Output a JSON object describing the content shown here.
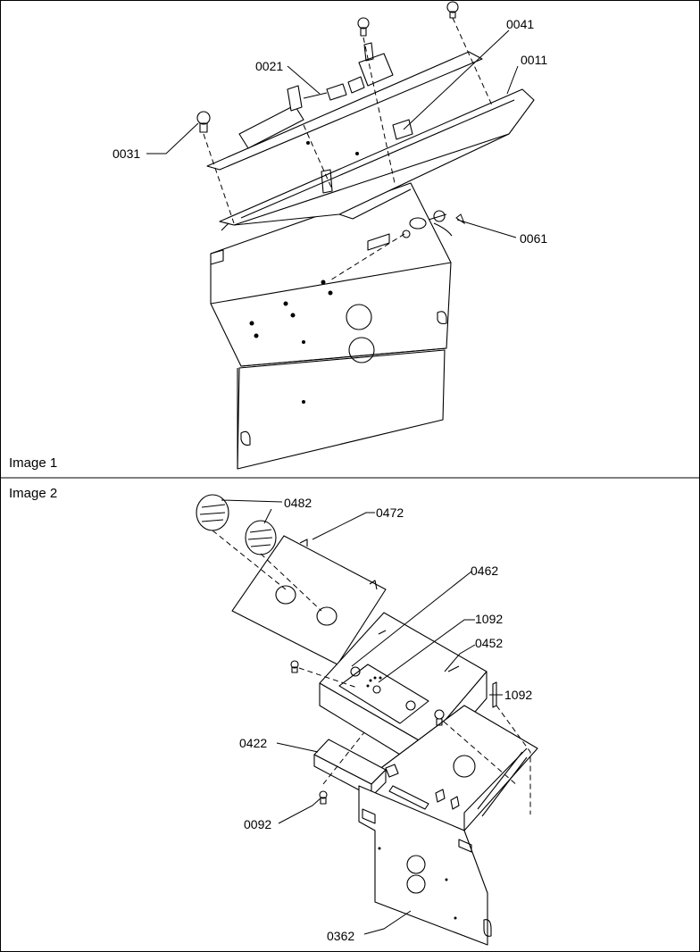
{
  "panels": [
    {
      "label": "Image 1"
    },
    {
      "label": "Image 2"
    }
  ],
  "callouts": {
    "p0041": "0041",
    "p0011": "0011",
    "p0021": "0021",
    "p0031": "0031",
    "p0061": "0061",
    "p0482": "0482",
    "p0472": "0472",
    "p0462": "0462",
    "p1092a": "1092",
    "p0452": "0452",
    "p1092b": "1092",
    "p0422": "0422",
    "p0092": "0092",
    "p0362": "0362"
  }
}
